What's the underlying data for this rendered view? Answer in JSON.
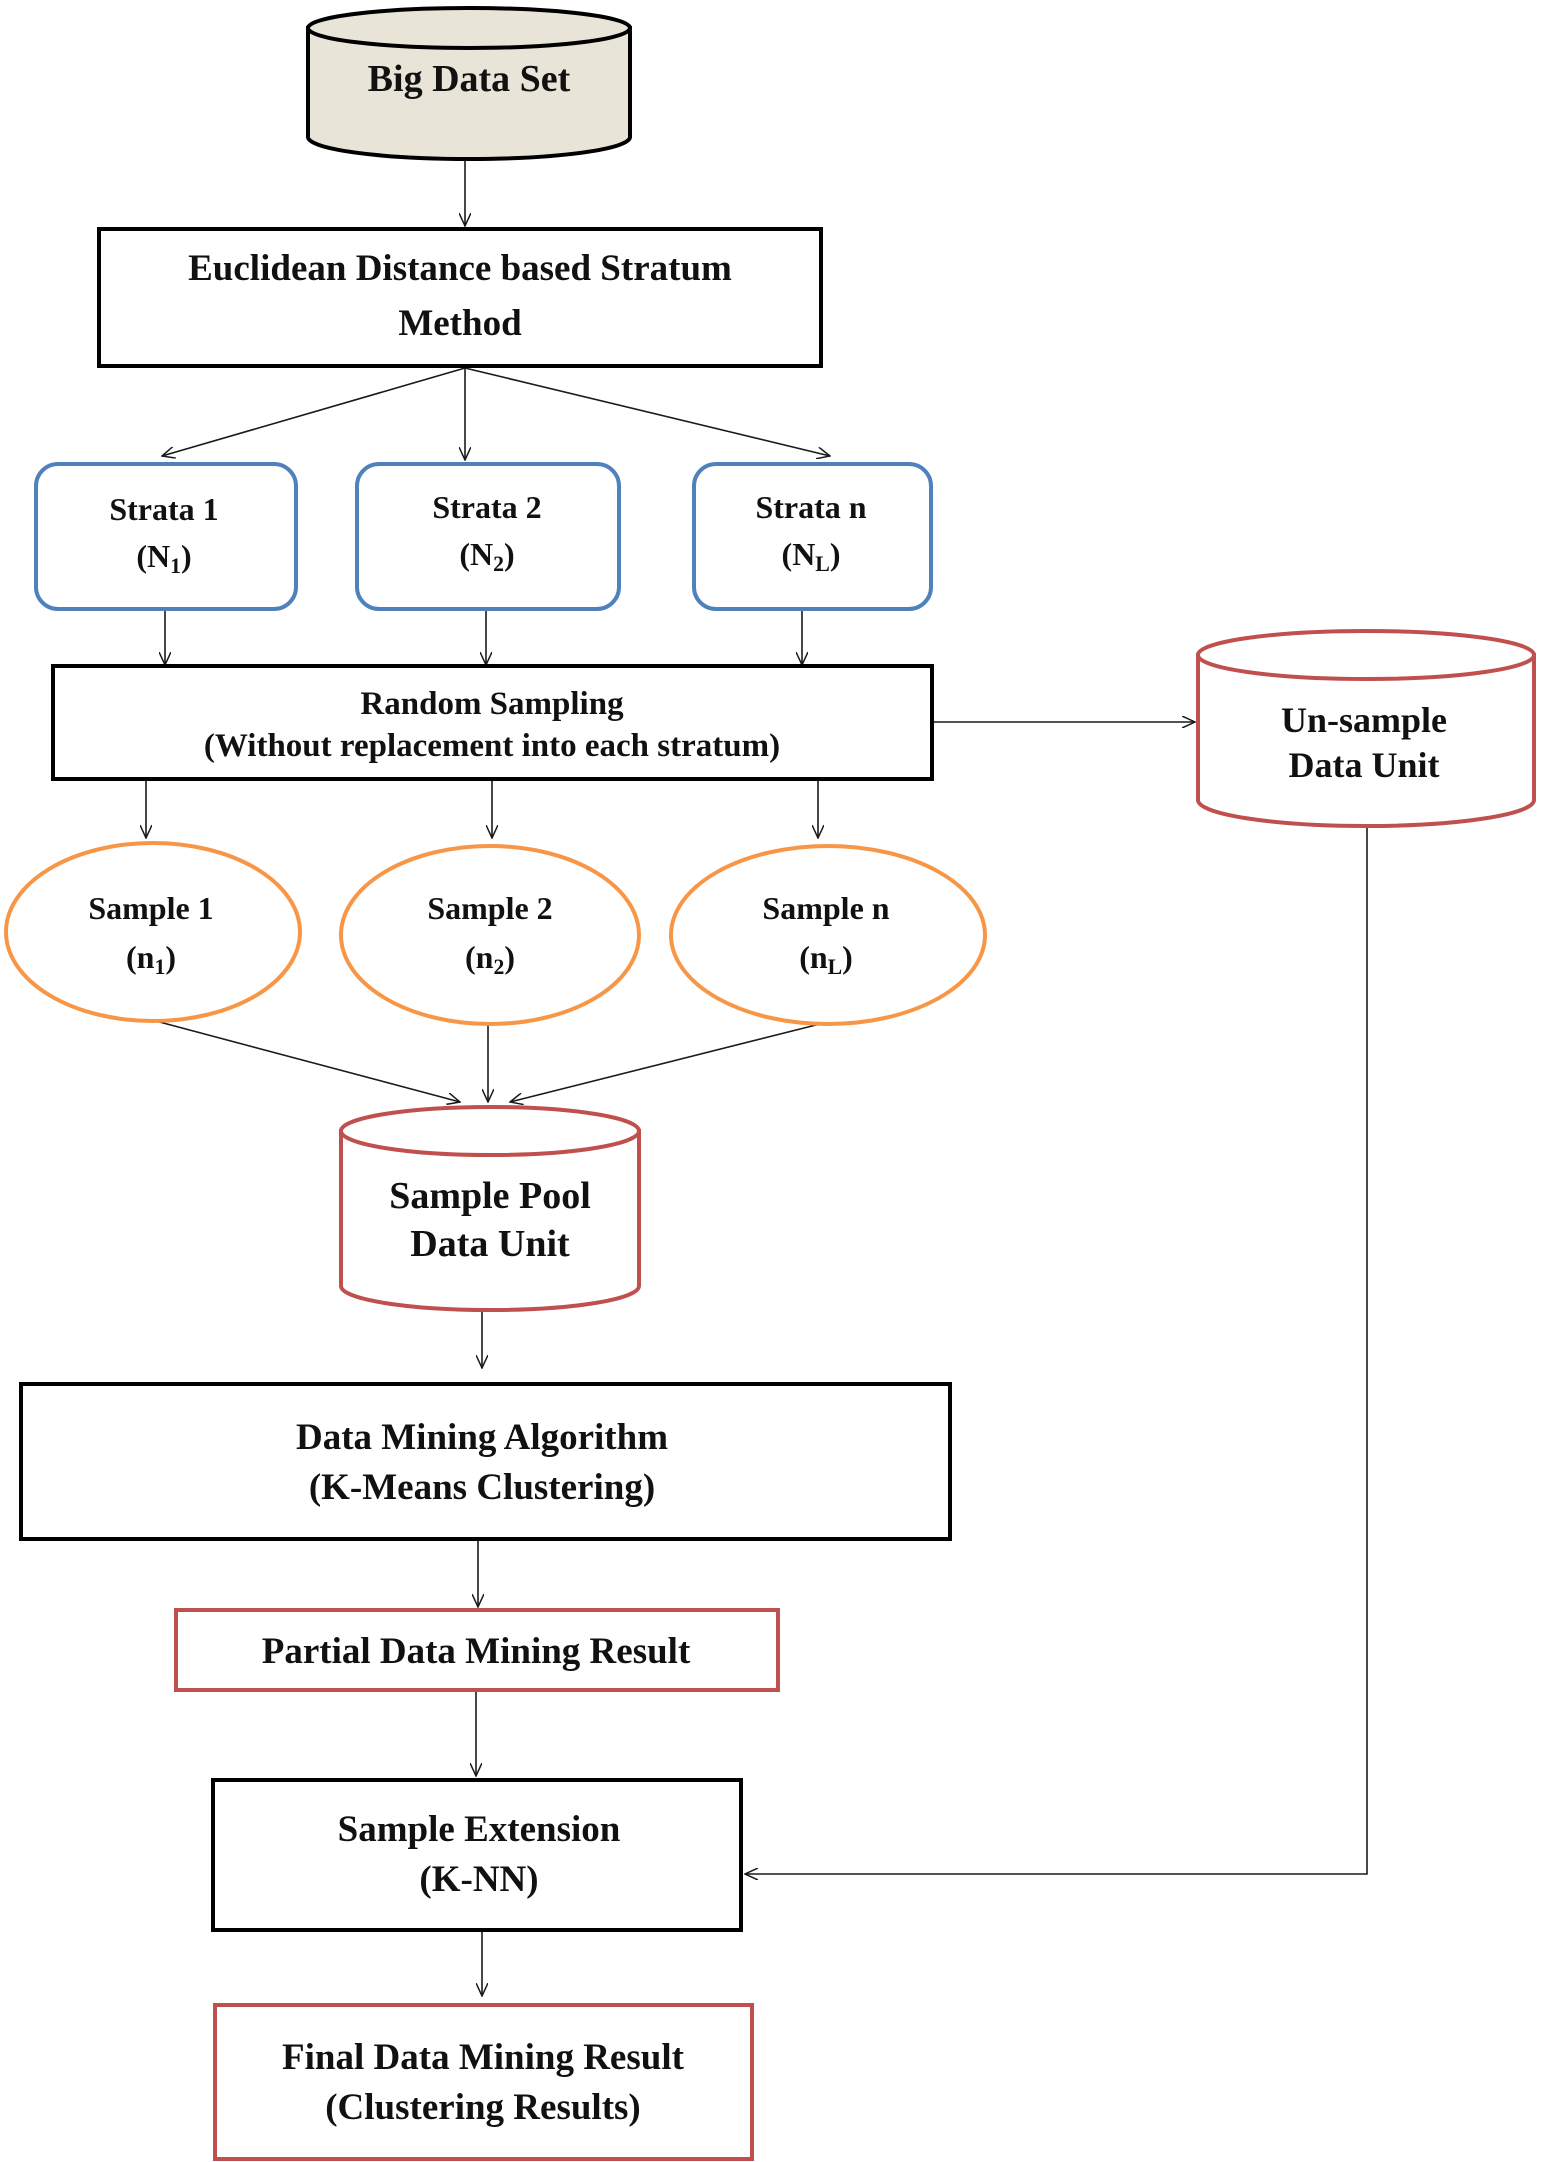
{
  "nodes": {
    "big_data_set": {
      "label": "Big Data Set",
      "shape": "cylinder"
    },
    "stratum_method": {
      "line1": "Euclidean Distance based Stratum",
      "line2": "Method",
      "shape": "rectangle"
    },
    "strata_1": {
      "line1": "Strata 1",
      "symbol": "N",
      "subscript": "1",
      "shape": "rounded-rectangle"
    },
    "strata_2": {
      "line1": "Strata 2",
      "symbol": "N",
      "subscript": "2",
      "shape": "rounded-rectangle"
    },
    "strata_n": {
      "line1": "Strata n",
      "symbol": "N",
      "subscript": "L",
      "shape": "rounded-rectangle"
    },
    "random_sampling": {
      "line1": "Random Sampling",
      "line2": "(Without replacement into each stratum)",
      "shape": "rectangle"
    },
    "unsample_unit": {
      "line1": "Un-sample",
      "line2": "Data Unit",
      "shape": "cylinder"
    },
    "sample_1": {
      "line1": "Sample 1",
      "symbol": "n",
      "subscript": "1",
      "shape": "ellipse"
    },
    "sample_2": {
      "line1": "Sample 2",
      "symbol": "n",
      "subscript": "2",
      "shape": "ellipse"
    },
    "sample_n": {
      "line1": "Sample n",
      "symbol": "n",
      "subscript": "L",
      "shape": "ellipse"
    },
    "sample_pool": {
      "line1": "Sample Pool",
      "line2": "Data Unit",
      "shape": "cylinder"
    },
    "mining_algorithm": {
      "line1": "Data Mining Algorithm",
      "line2": "(K-Means Clustering)",
      "shape": "rectangle"
    },
    "partial_result": {
      "label": "Partial Data Mining Result",
      "shape": "rectangle"
    },
    "sample_extension": {
      "line1": "Sample Extension",
      "line2": "(K-NN)",
      "shape": "rectangle"
    },
    "final_result": {
      "line1": "Final Data Mining Result",
      "line2": "(Clustering Results)",
      "shape": "rectangle"
    }
  },
  "edges": [
    {
      "from": "big_data_set",
      "to": "stratum_method"
    },
    {
      "from": "stratum_method",
      "to": "strata_1"
    },
    {
      "from": "stratum_method",
      "to": "strata_2"
    },
    {
      "from": "stratum_method",
      "to": "strata_n"
    },
    {
      "from": "strata_1",
      "to": "random_sampling"
    },
    {
      "from": "strata_2",
      "to": "random_sampling"
    },
    {
      "from": "strata_n",
      "to": "random_sampling"
    },
    {
      "from": "random_sampling",
      "to": "unsample_unit"
    },
    {
      "from": "random_sampling",
      "to": "sample_1"
    },
    {
      "from": "random_sampling",
      "to": "sample_2"
    },
    {
      "from": "random_sampling",
      "to": "sample_n"
    },
    {
      "from": "sample_1",
      "to": "sample_pool"
    },
    {
      "from": "sample_2",
      "to": "sample_pool"
    },
    {
      "from": "sample_n",
      "to": "sample_pool"
    },
    {
      "from": "sample_pool",
      "to": "mining_algorithm"
    },
    {
      "from": "mining_algorithm",
      "to": "partial_result"
    },
    {
      "from": "partial_result",
      "to": "sample_extension"
    },
    {
      "from": "unsample_unit",
      "to": "sample_extension"
    },
    {
      "from": "sample_extension",
      "to": "final_result"
    }
  ],
  "colors": {
    "black_border": "#000000",
    "blue_border": "#4f81bd",
    "orange_border": "#f79646",
    "red_border": "#c0504d",
    "db_fill": "#e8e4d8",
    "arrow": "#1a1a1a"
  }
}
